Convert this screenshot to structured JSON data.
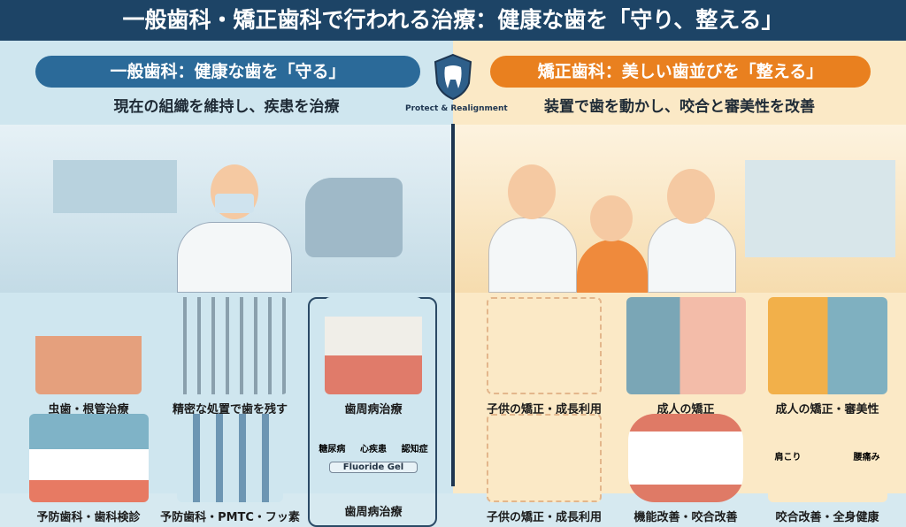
{
  "header": {
    "title": "一般歯科・矯正歯科で行われる治療：健康な歯を「守り、整える」"
  },
  "emblem": {
    "label": "Protect & Realignment"
  },
  "general": {
    "title": "一般歯科：健康な歯を「守る」",
    "subtitle": "現在の組織を維持し、疾患を治療",
    "items": [
      {
        "label": "虫歯・根管治療"
      },
      {
        "label": "精密な処置で歯を残す"
      },
      {
        "label": "歯周病治療",
        "related": [
          "糖尿病",
          "心疾患",
          "認知症"
        ],
        "product": "Fluoride Gel"
      },
      {
        "label": "予防歯科・歯科検診"
      },
      {
        "label": "予防歯科・PMTC・フッ素"
      },
      {
        "label": "歯周病治療"
      }
    ],
    "color": "#2b6a99"
  },
  "ortho": {
    "title": "矯正歯科：美しい歯並びを「整える」",
    "subtitle": "装置で歯を動かし、咬合と審美性を改善",
    "items": [
      {
        "label": "子供の矯正・成長利用"
      },
      {
        "label": "成人の矯正"
      },
      {
        "label": "成人の矯正・審美性"
      },
      {
        "label": "子供の矯正・成長利用"
      },
      {
        "label": "機能改善・咬合改善"
      },
      {
        "label": "咬合改善・全身健康",
        "symptoms": [
          "肩こり",
          "腰痛み"
        ]
      }
    ],
    "color": "#e9801f"
  }
}
